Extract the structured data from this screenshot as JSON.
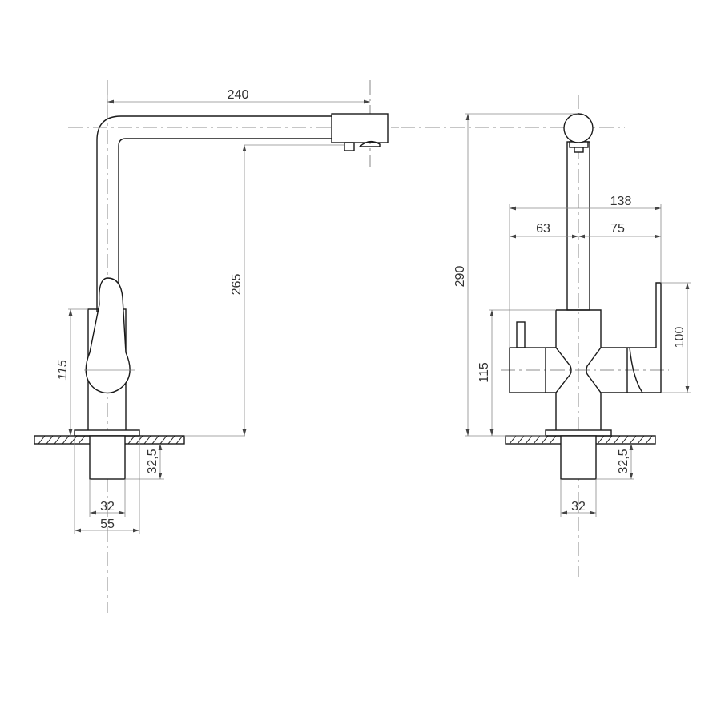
{
  "drawing": {
    "type": "technical-drawing",
    "subject": "kitchen faucet with filter lever",
    "views": [
      {
        "name": "side-view",
        "dimensions": {
          "spout_reach": "240",
          "spout_height": "265",
          "body_height": "115",
          "shank_length": "32,5",
          "shank_diameter": "32",
          "base_diameter": "55"
        }
      },
      {
        "name": "front-view",
        "dimensions": {
          "total_height": "290",
          "total_width": "138",
          "left_width": "63",
          "right_width": "75",
          "body_height": "115",
          "lever_height": "100",
          "shank_length": "32,5",
          "shank_diameter": "32"
        }
      }
    ],
    "colors": {
      "line": "#1a1a1a",
      "dimension": "#8a8a8a",
      "background": "#ffffff"
    }
  }
}
